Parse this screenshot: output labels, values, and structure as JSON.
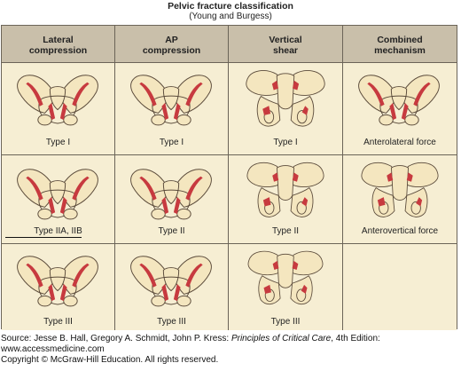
{
  "title": "Pelvic fracture classification",
  "subtitle": "(Young and Burgess)",
  "columns": [
    {
      "line1": "Lateral",
      "line2": "compression"
    },
    {
      "line1": "AP",
      "line2": "compression"
    },
    {
      "line1": "Vertical",
      "line2": "shear"
    },
    {
      "line1": "Combined",
      "line2": "mechanism"
    }
  ],
  "rows": [
    [
      "Type I",
      "Type I",
      "Type I",
      "Anterolateral force"
    ],
    [
      "Type IIA, IIB",
      "Type II",
      "Type II",
      "Anterovertical force"
    ],
    [
      "Type III",
      "Type III",
      "Type III",
      ""
    ]
  ],
  "footer": {
    "source_prefix": "Source: Jesse B. Hall, Gregory A. Schmidt, John P. Kress: ",
    "source_title": "Principles of Critical Care",
    "source_suffix": ", 4th Edition:",
    "website": "www.accessmedicine.com",
    "copyright": "Copyright © McGraw-Hill Education. All rights reserved."
  },
  "colors": {
    "bone": "#f4e6bf",
    "outline": "#5a4a3a",
    "fracture_red": "#c73a3f",
    "header_bg": "#c9bfaa",
    "cell_bg": "#f6eed3"
  }
}
